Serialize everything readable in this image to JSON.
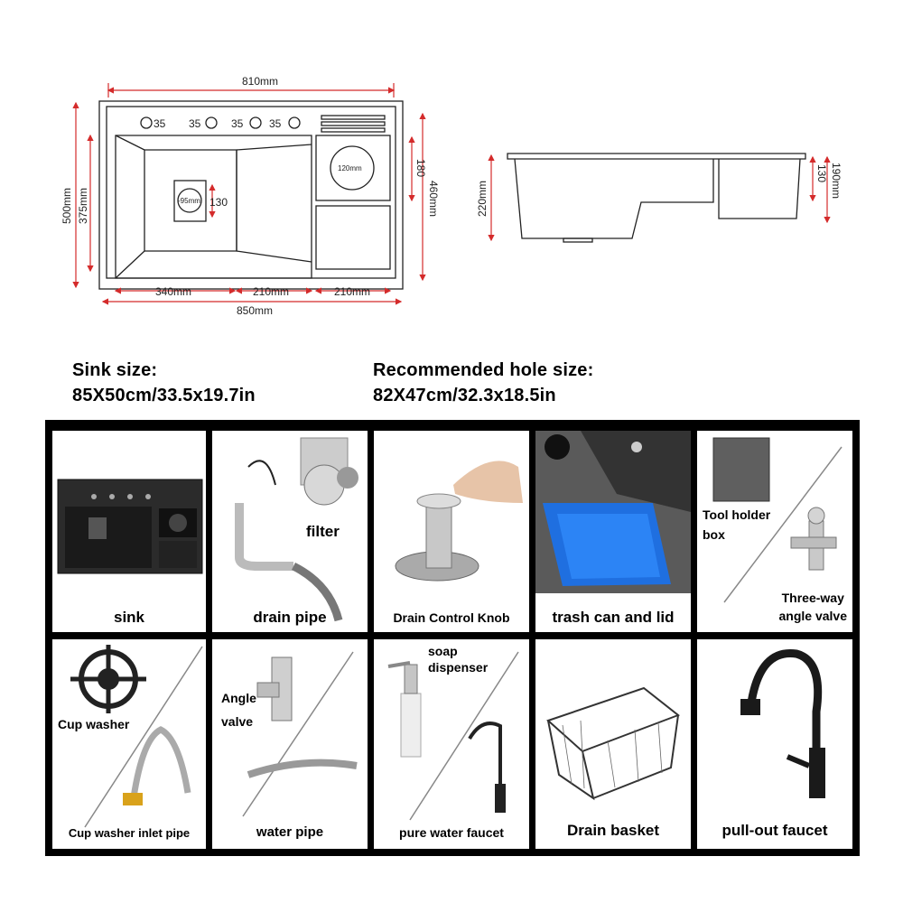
{
  "diagram": {
    "top_width": "810mm",
    "bottom_width": "850mm",
    "left_height": "500mm",
    "inner_height": "375mm",
    "right_height": "460mm",
    "right_section": "180",
    "hole_size": "35",
    "drain_label": "-95mm",
    "drain_depth": "130",
    "bin_label": "120mm",
    "seg_left": "340mm",
    "seg_mid": "210mm",
    "seg_right": "210mm",
    "side_depth": "220mm",
    "side_small": "130",
    "side_total": "190mm"
  },
  "specs": {
    "sink_size_title": "Sink size:",
    "sink_size_value": "85X50cm/33.5x19.7in",
    "hole_title": "Recommended hole size:",
    "hole_value": "82X47cm/32.3x18.5in"
  },
  "parts": [
    {
      "label": "sink"
    },
    {
      "label": "drain pipe",
      "extra": "filter"
    },
    {
      "label": "Drain Control Knob"
    },
    {
      "label": "trash can and lid"
    },
    {
      "label": "Tool holder box",
      "line1": "Tool holder",
      "line2": "box",
      "label2": "Three-way",
      "label3": "angle valve"
    },
    {
      "label": "Cup washer",
      "label2": "Cup washer inlet pipe"
    },
    {
      "label": "Angle",
      "label_b": "valve",
      "label2": "water pipe"
    },
    {
      "label": "soap",
      "label_b": "dispenser",
      "label2": "pure water faucet"
    },
    {
      "label": "Drain basket"
    },
    {
      "label": "pull-out faucet"
    }
  ],
  "colors": {
    "dimension_red": "#d42b2b",
    "outline": "#222222",
    "panel_black": "#000000",
    "sink_dark": "#2b2b2b",
    "bin_blue": "#1f6fe0",
    "chrome": "#b9bcc2"
  }
}
